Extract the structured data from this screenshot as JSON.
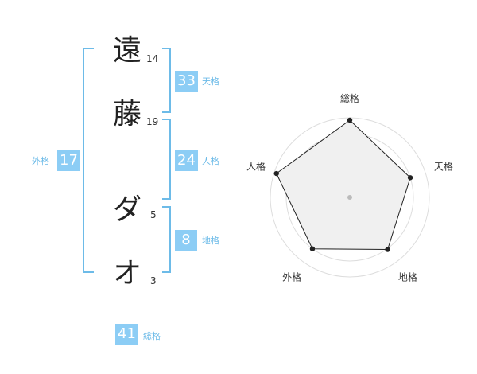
{
  "name": {
    "chars": [
      {
        "char": "遠",
        "strokes": "14"
      },
      {
        "char": "藤",
        "strokes": "19"
      },
      {
        "char": "ダ",
        "strokes": "5"
      },
      {
        "char": "オ",
        "strokes": "3"
      }
    ]
  },
  "fortunes": {
    "tenkaku": {
      "value": "33",
      "label": "天格"
    },
    "jinkaku": {
      "value": "24",
      "label": "人格"
    },
    "chikaku": {
      "value": "8",
      "label": "地格"
    },
    "gaikaku": {
      "value": "17",
      "label": "外格"
    },
    "soukaku": {
      "value": "41",
      "label": "総格"
    }
  },
  "colors": {
    "accent": "#8ccdf5",
    "bracket": "#6dbbe8"
  },
  "chart_data": {
    "type": "radar",
    "axes": [
      "総格",
      "天格",
      "地格",
      "外格",
      "人格"
    ],
    "values": [
      0.97,
      0.8,
      0.81,
      0.8,
      0.97
    ],
    "rings": 5
  }
}
